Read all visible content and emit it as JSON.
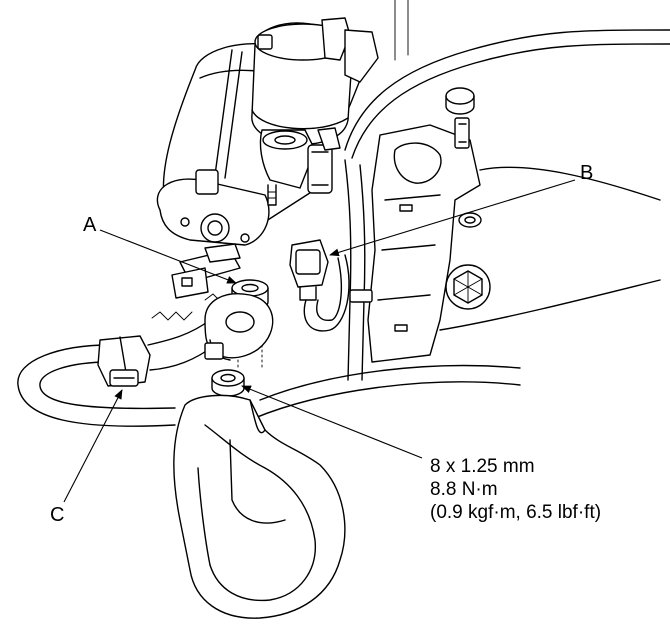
{
  "callouts": {
    "a": "A",
    "b": "B",
    "c": "C"
  },
  "spec": {
    "bolt_size": "8 x 1.25 mm",
    "torque_nm": "8.8 N·m",
    "torque_alt": "(0.9 kgf·m, 6.5 lbf·ft)"
  }
}
